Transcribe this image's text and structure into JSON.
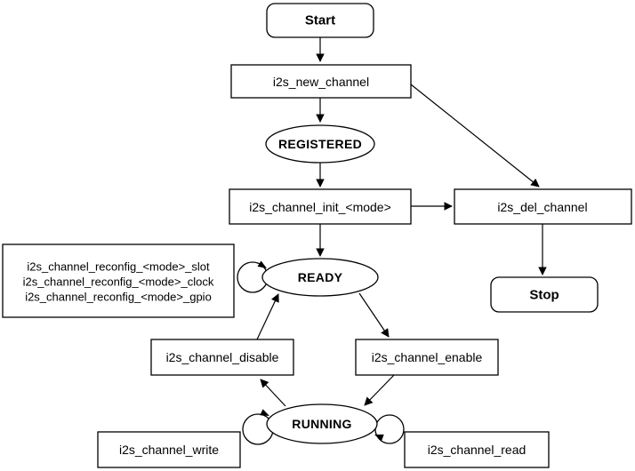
{
  "colors": {
    "state_text": "#1769D2",
    "stroke": "#000000",
    "node_fill": "#FFFFFF",
    "background": "#FFFFFF"
  },
  "nodes": {
    "start": "Start",
    "new_channel": "i2s_new_channel",
    "registered": "REGISTERED",
    "channel_init": "i2s_channel_init_<mode>",
    "del_channel": "i2s_del_channel",
    "stop": "Stop",
    "ready": "READY",
    "reconfig_lines": [
      "i2s_channel_reconfig_<mode>_slot",
      "i2s_channel_reconfig_<mode>_clock",
      "i2s_channel_reconfig_<mode>_gpio"
    ],
    "channel_disable": "i2s_channel_disable",
    "channel_enable": "i2s_channel_enable",
    "running": "RUNNING",
    "channel_write": "i2s_channel_write",
    "channel_read": "i2s_channel_read"
  },
  "edges": [
    {
      "from": "Start",
      "to": "i2s_new_channel"
    },
    {
      "from": "i2s_new_channel",
      "to": "REGISTERED"
    },
    {
      "from": "i2s_new_channel",
      "to": "i2s_del_channel"
    },
    {
      "from": "REGISTERED",
      "to": "i2s_channel_init_<mode>"
    },
    {
      "from": "i2s_channel_init_<mode>",
      "to": "i2s_del_channel"
    },
    {
      "from": "i2s_del_channel",
      "to": "Stop"
    },
    {
      "from": "i2s_channel_init_<mode>",
      "to": "READY"
    },
    {
      "from": "READY",
      "to": "READY"
    },
    {
      "from": "READY",
      "to": "i2s_channel_enable"
    },
    {
      "from": "i2s_channel_enable",
      "to": "RUNNING"
    },
    {
      "from": "RUNNING",
      "to": "i2s_channel_disable"
    },
    {
      "from": "i2s_channel_disable",
      "to": "READY"
    },
    {
      "from": "RUNNING",
      "to": "RUNNING"
    }
  ]
}
